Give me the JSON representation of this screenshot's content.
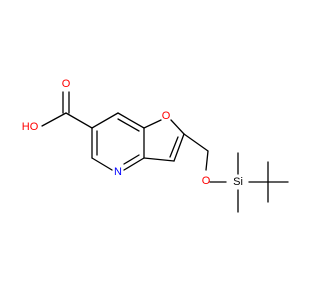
{
  "molecule": {
    "atoms": {
      "hydroxyl": "HO",
      "carbonyl_oxygen": "O",
      "furan_oxygen": "O",
      "pyridine_nitrogen": "N",
      "ether_oxygen": "O",
      "silicon": "Si"
    },
    "colors": {
      "bond": "#000000",
      "oxygen": "#ff0000",
      "nitrogen": "#0000ff",
      "silicon": "#000000"
    }
  }
}
